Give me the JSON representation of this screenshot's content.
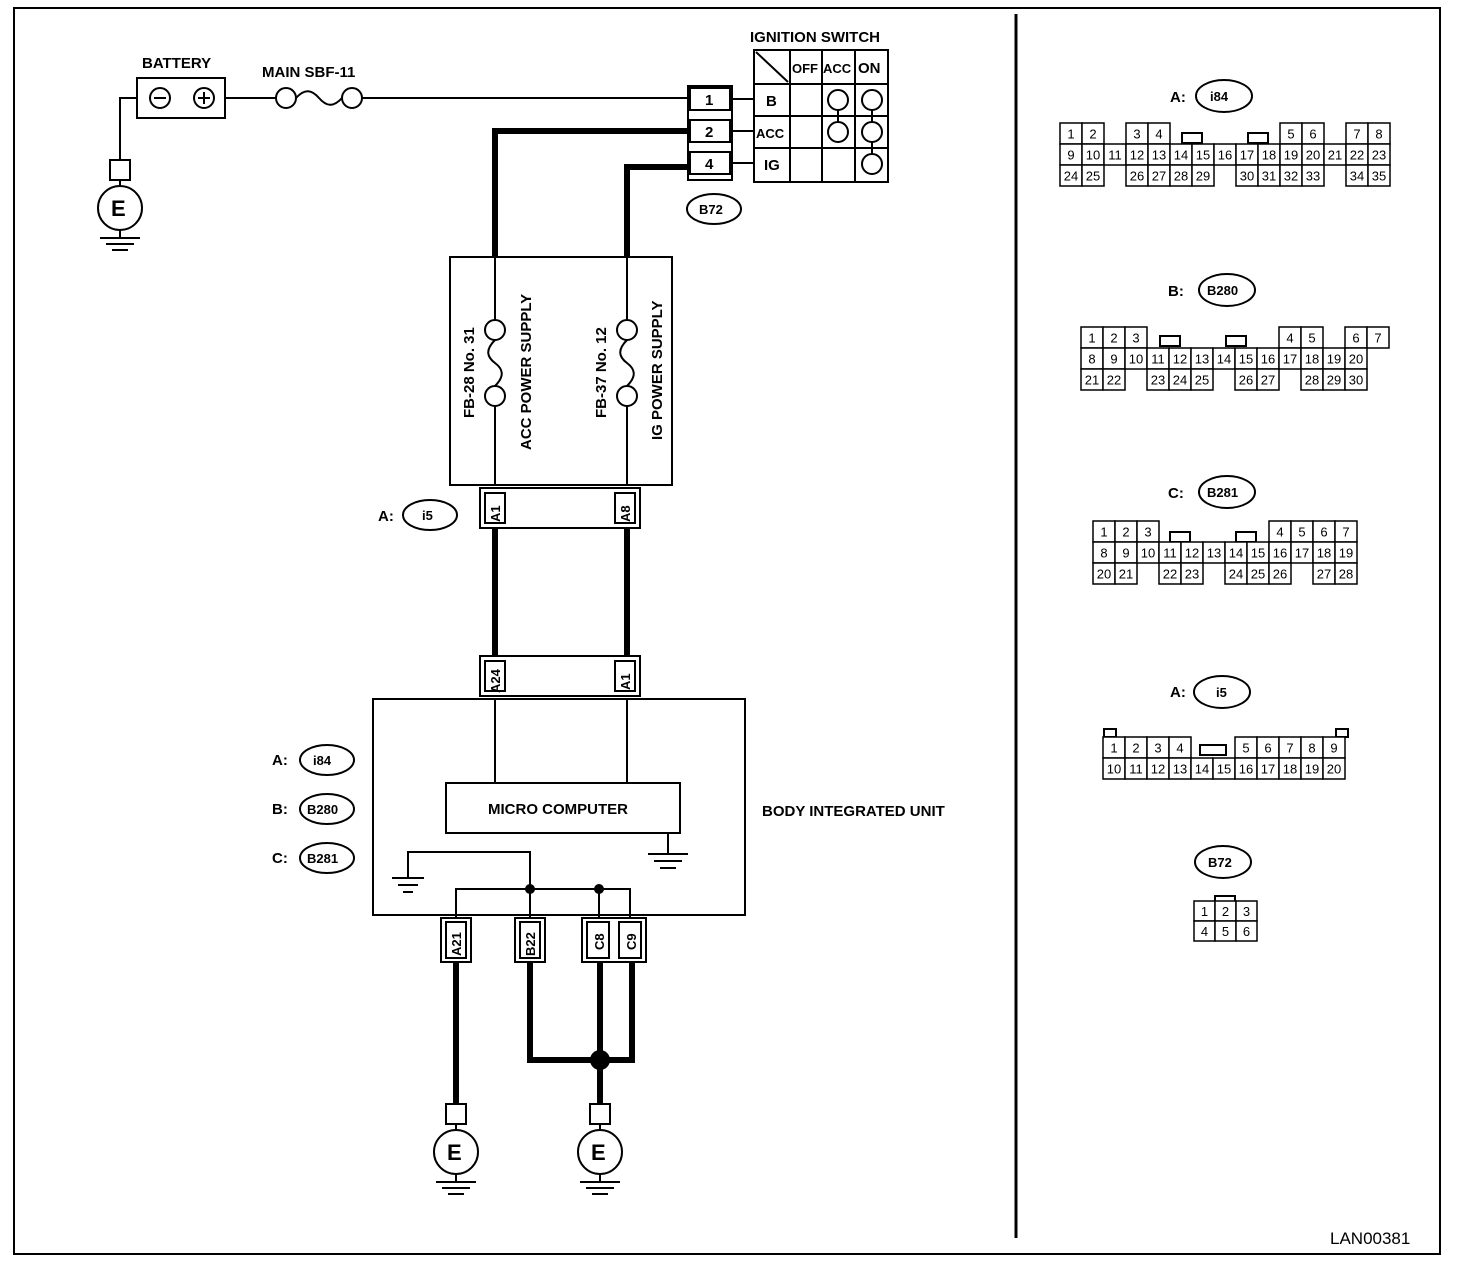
{
  "battery": {
    "label": "BATTERY"
  },
  "fuse_main": {
    "label": "MAIN SBF-11"
  },
  "ignition": {
    "title": "IGNITION SWITCH",
    "cols": [
      "OFF",
      "ACC",
      "ON"
    ],
    "rows": [
      "B",
      "ACC",
      "IG"
    ],
    "pins": [
      "1",
      "2",
      "4"
    ],
    "connector": "B72"
  },
  "fuse_box": {
    "fb28": "FB-28 No. 31",
    "fb28_desc": "ACC POWER SUPPLY",
    "fb37": "FB-37 No. 12",
    "fb37_desc": "IG POWER SUPPLY"
  },
  "i5_conn": {
    "prefix": "A:",
    "id": "i5",
    "pin_left": "A1",
    "pin_right": "A8"
  },
  "bcm_conn": {
    "pin_left": "A24",
    "pin_right": "A1"
  },
  "unit": {
    "name": "BODY INTEGRATED UNIT",
    "micro": "MICRO COMPUTER",
    "conns": [
      {
        "prefix": "A:",
        "id": "i84"
      },
      {
        "prefix": "B:",
        "id": "B280"
      },
      {
        "prefix": "C:",
        "id": "B281"
      }
    ],
    "ground_pins": [
      "A21",
      "B22",
      "C8",
      "C9"
    ]
  },
  "ground_label": "E",
  "faces": {
    "i84": {
      "prefix": "A:",
      "id": "i84",
      "rows": [
        [
          "1",
          "2",
          "",
          "3",
          "4",
          "",
          "",
          "",
          "",
          "",
          "5",
          "6",
          "",
          "7",
          "8"
        ],
        [
          "9",
          "10",
          "11",
          "12",
          "13",
          "14",
          "15",
          "16",
          "17",
          "18",
          "19",
          "20",
          "21",
          "22",
          "23"
        ],
        [
          "24",
          "25",
          "",
          "26",
          "27",
          "28",
          "29",
          "",
          "30",
          "31",
          "32",
          "33",
          "",
          "34",
          "35"
        ]
      ]
    },
    "B280": {
      "prefix": "B:",
      "id": "B280",
      "rows": [
        [
          "1",
          "2",
          "3",
          "",
          "",
          "",
          "",
          "",
          "",
          "4",
          "5",
          "",
          "6",
          "7"
        ],
        [
          "8",
          "9",
          "10",
          "11",
          "12",
          "13",
          "14",
          "15",
          "16",
          "17",
          "18",
          "19",
          "20"
        ],
        [
          "21",
          "22",
          "",
          "23",
          "24",
          "25",
          "",
          "26",
          "27",
          "",
          "28",
          "29",
          "30"
        ]
      ]
    },
    "B281": {
      "prefix": "C:",
      "id": "B281",
      "rows": [
        [
          "1",
          "2",
          "3",
          "",
          "",
          "",
          "",
          "",
          "4",
          "5",
          "6",
          "7"
        ],
        [
          "8",
          "9",
          "10",
          "11",
          "12",
          "13",
          "14",
          "15",
          "16",
          "17",
          "18",
          "19"
        ],
        [
          "20",
          "21",
          "",
          "22",
          "23",
          "",
          "24",
          "25",
          "26",
          "",
          "27",
          "28"
        ]
      ]
    },
    "i5": {
      "prefix": "A:",
      "id": "i5",
      "rows": [
        [
          "1",
          "2",
          "3",
          "4",
          "",
          "",
          "5",
          "6",
          "7",
          "8",
          "9"
        ],
        [
          "10",
          "11",
          "12",
          "13",
          "14",
          "15",
          "16",
          "17",
          "18",
          "19",
          "20"
        ]
      ]
    },
    "B72": {
      "id": "B72",
      "rows": [
        [
          "1",
          "2",
          "3"
        ],
        [
          "4",
          "5",
          "6"
        ]
      ]
    }
  },
  "doc_code": "LAN00381"
}
